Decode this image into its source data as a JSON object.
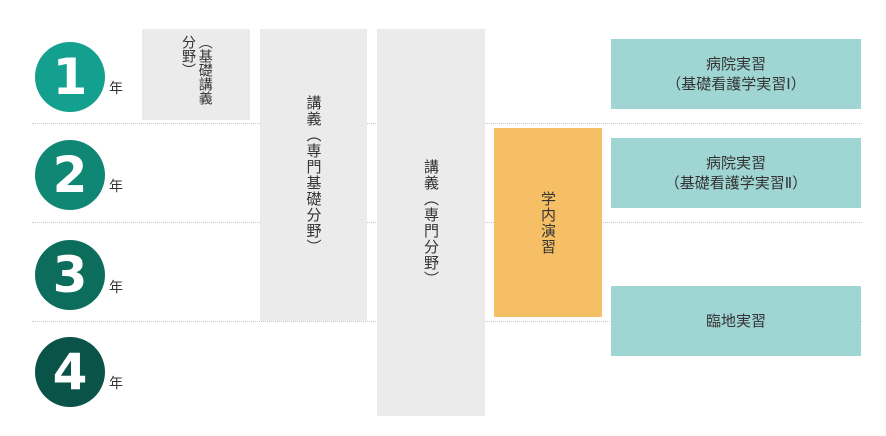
{
  "years": [
    {
      "number": "1",
      "suffix": "年",
      "color": "#14a08f"
    },
    {
      "number": "2",
      "suffix": "年",
      "color": "#108774"
    },
    {
      "number": "3",
      "suffix": "年",
      "color": "#0d6d5d"
    },
    {
      "number": "4",
      "suffix": "年",
      "color": "#0a5349"
    }
  ],
  "blocks": {
    "lecture_basic": "（基礎講義分野）",
    "lecture_specialized_basic": "講義（専門基礎分野）",
    "lecture_specialized": "講義（専門分野）",
    "campus_exercise": "学内演習"
  },
  "practicum": {
    "hospital_1": {
      "line1": "病院実習",
      "line2": "（基礎看護学実習Ⅰ）"
    },
    "hospital_2": {
      "line1": "病院実習",
      "line2": "（基礎看護学実習Ⅱ）"
    },
    "clinical": {
      "line1": "臨地実習"
    }
  },
  "colors": {
    "gray_block": "#ebebeb",
    "orange_block": "#f6bf66",
    "teal_block": "#9fd6d3"
  }
}
